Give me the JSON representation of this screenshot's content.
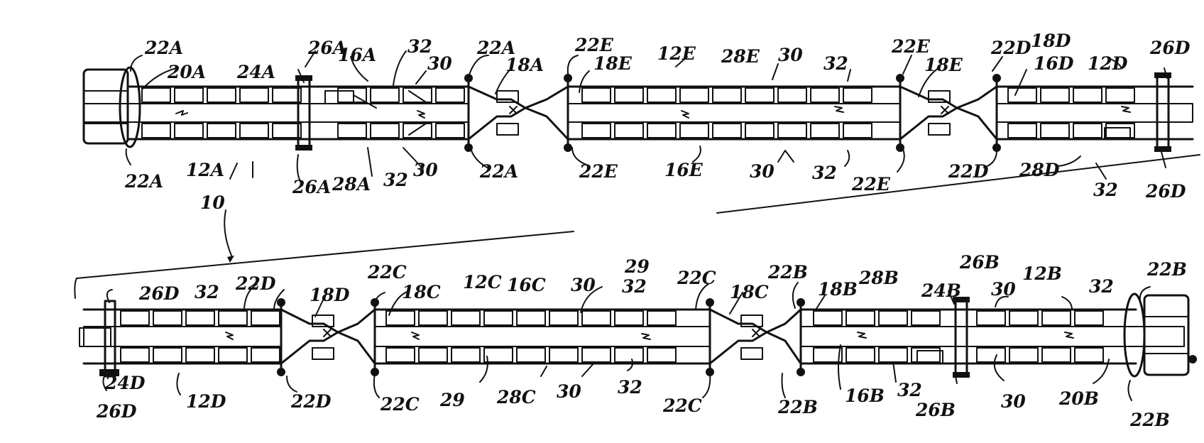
{
  "figure": {
    "labels_top": [
      "22A",
      "20A",
      "24A",
      "26A",
      "16A",
      "32",
      "30",
      "22A",
      "18A",
      "22E",
      "18E",
      "12E",
      "28E",
      "30",
      "32",
      "22E",
      "18E",
      "22D",
      "18D",
      "16D",
      "12D",
      "26D"
    ],
    "labels_top_below": [
      "22A",
      "12A",
      "10",
      "26A",
      "28A",
      "32",
      "30",
      "22A",
      "22E",
      "16E",
      "30",
      "32",
      "22E",
      "22D",
      "28D",
      "32",
      "26D"
    ],
    "labels_bottom_above": [
      "26D",
      "32",
      "22D",
      "18D",
      "22C",
      "18C",
      "12C",
      "16C",
      "30",
      "29",
      "32",
      "22C",
      "18C",
      "22B",
      "18B",
      "28B",
      "24B",
      "26B",
      "30",
      "12B",
      "32",
      "22B"
    ],
    "labels_bottom_below": [
      "24D",
      "26D",
      "12D",
      "22D",
      "22C",
      "29",
      "28C",
      "30",
      "32",
      "22C",
      "22B",
      "16B",
      "32",
      "26B",
      "30",
      "20B",
      "22B"
    ]
  }
}
